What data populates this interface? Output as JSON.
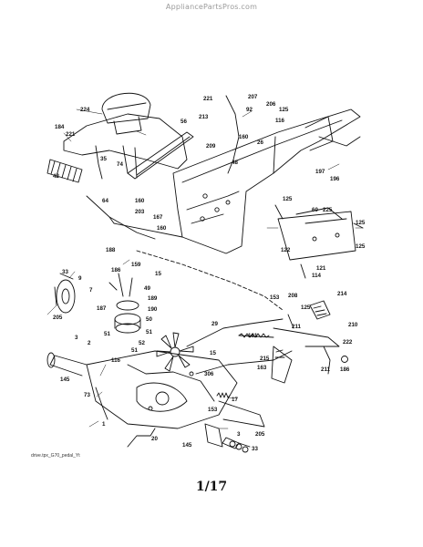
{
  "watermark": "AppliancePartsPros.com",
  "page_number": "1/17",
  "caption": "drive.tpx_G70_pedal_Yt",
  "parts": [
    {
      "label": "224"
    },
    {
      "label": "184"
    },
    {
      "label": "221"
    },
    {
      "label": "42"
    },
    {
      "label": "35"
    },
    {
      "label": "74"
    },
    {
      "label": "56"
    },
    {
      "label": "221"
    },
    {
      "label": "213"
    },
    {
      "label": "207"
    },
    {
      "label": "206"
    },
    {
      "label": "125"
    },
    {
      "label": "92"
    },
    {
      "label": "116"
    },
    {
      "label": "160"
    },
    {
      "label": "26"
    },
    {
      "label": "209"
    },
    {
      "label": "48"
    },
    {
      "label": "197"
    },
    {
      "label": "196"
    },
    {
      "label": "64"
    },
    {
      "label": "160"
    },
    {
      "label": "203"
    },
    {
      "label": "167"
    },
    {
      "label": "160"
    },
    {
      "label": "125"
    },
    {
      "label": "60"
    },
    {
      "label": "225"
    },
    {
      "label": "125"
    },
    {
      "label": "122"
    },
    {
      "label": "125"
    },
    {
      "label": "121"
    },
    {
      "label": "114"
    },
    {
      "label": "188"
    },
    {
      "label": "159"
    },
    {
      "label": "15"
    },
    {
      "label": "33"
    },
    {
      "label": "9"
    },
    {
      "label": "7"
    },
    {
      "label": "205"
    },
    {
      "label": "186"
    },
    {
      "label": "49"
    },
    {
      "label": "189"
    },
    {
      "label": "190"
    },
    {
      "label": "187"
    },
    {
      "label": "50"
    },
    {
      "label": "51"
    },
    {
      "label": "51"
    },
    {
      "label": "52"
    },
    {
      "label": "51"
    },
    {
      "label": "153"
    },
    {
      "label": "208"
    },
    {
      "label": "214"
    },
    {
      "label": "125"
    },
    {
      "label": "211"
    },
    {
      "label": "210"
    },
    {
      "label": "29"
    },
    {
      "label": "161"
    },
    {
      "label": "222"
    },
    {
      "label": "3"
    },
    {
      "label": "2"
    },
    {
      "label": "145"
    },
    {
      "label": "116"
    },
    {
      "label": "15"
    },
    {
      "label": "215"
    },
    {
      "label": "211"
    },
    {
      "label": "186"
    },
    {
      "label": "306"
    },
    {
      "label": "163"
    },
    {
      "label": "73"
    },
    {
      "label": "17"
    },
    {
      "label": "153"
    },
    {
      "label": "1"
    },
    {
      "label": "20"
    },
    {
      "label": "145"
    },
    {
      "label": "3"
    },
    {
      "label": "205"
    },
    {
      "label": "33"
    }
  ]
}
